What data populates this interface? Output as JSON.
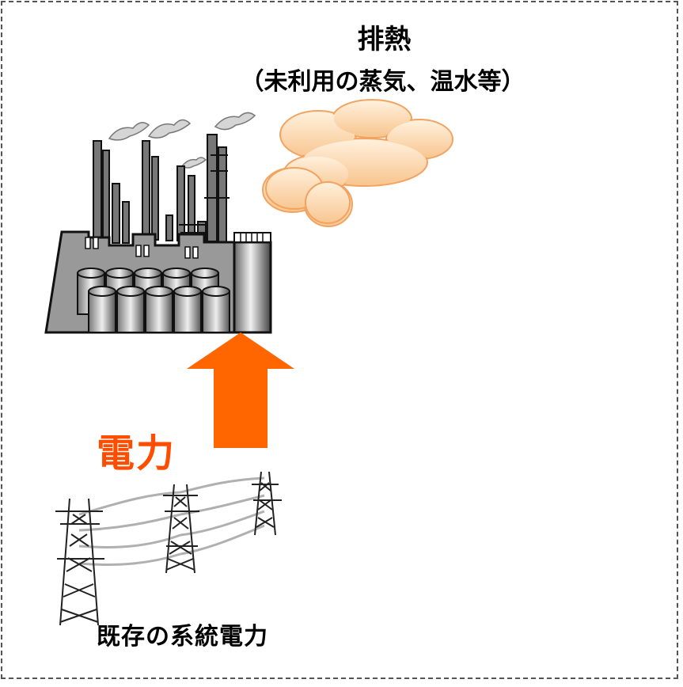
{
  "diagram": {
    "exhaust_heat_title": "排熱",
    "exhaust_heat_subtitle": "（未利用の蒸気、温水等）",
    "power_label": "電力",
    "grid_power_label": "既存の系統電力"
  },
  "colors": {
    "arrow": "#ff6600",
    "power_text": "#ff4d00",
    "cloud_fill": "#fcd0a0",
    "cloud_stroke": "#f2a360",
    "factory_body": "#999999",
    "frame_border": "#555555"
  },
  "icons": {
    "factory": "factory-icon",
    "steam_cloud": "steam-cloud-icon",
    "arrow": "up-arrow-icon",
    "power_lines": "power-transmission-towers-icon"
  }
}
